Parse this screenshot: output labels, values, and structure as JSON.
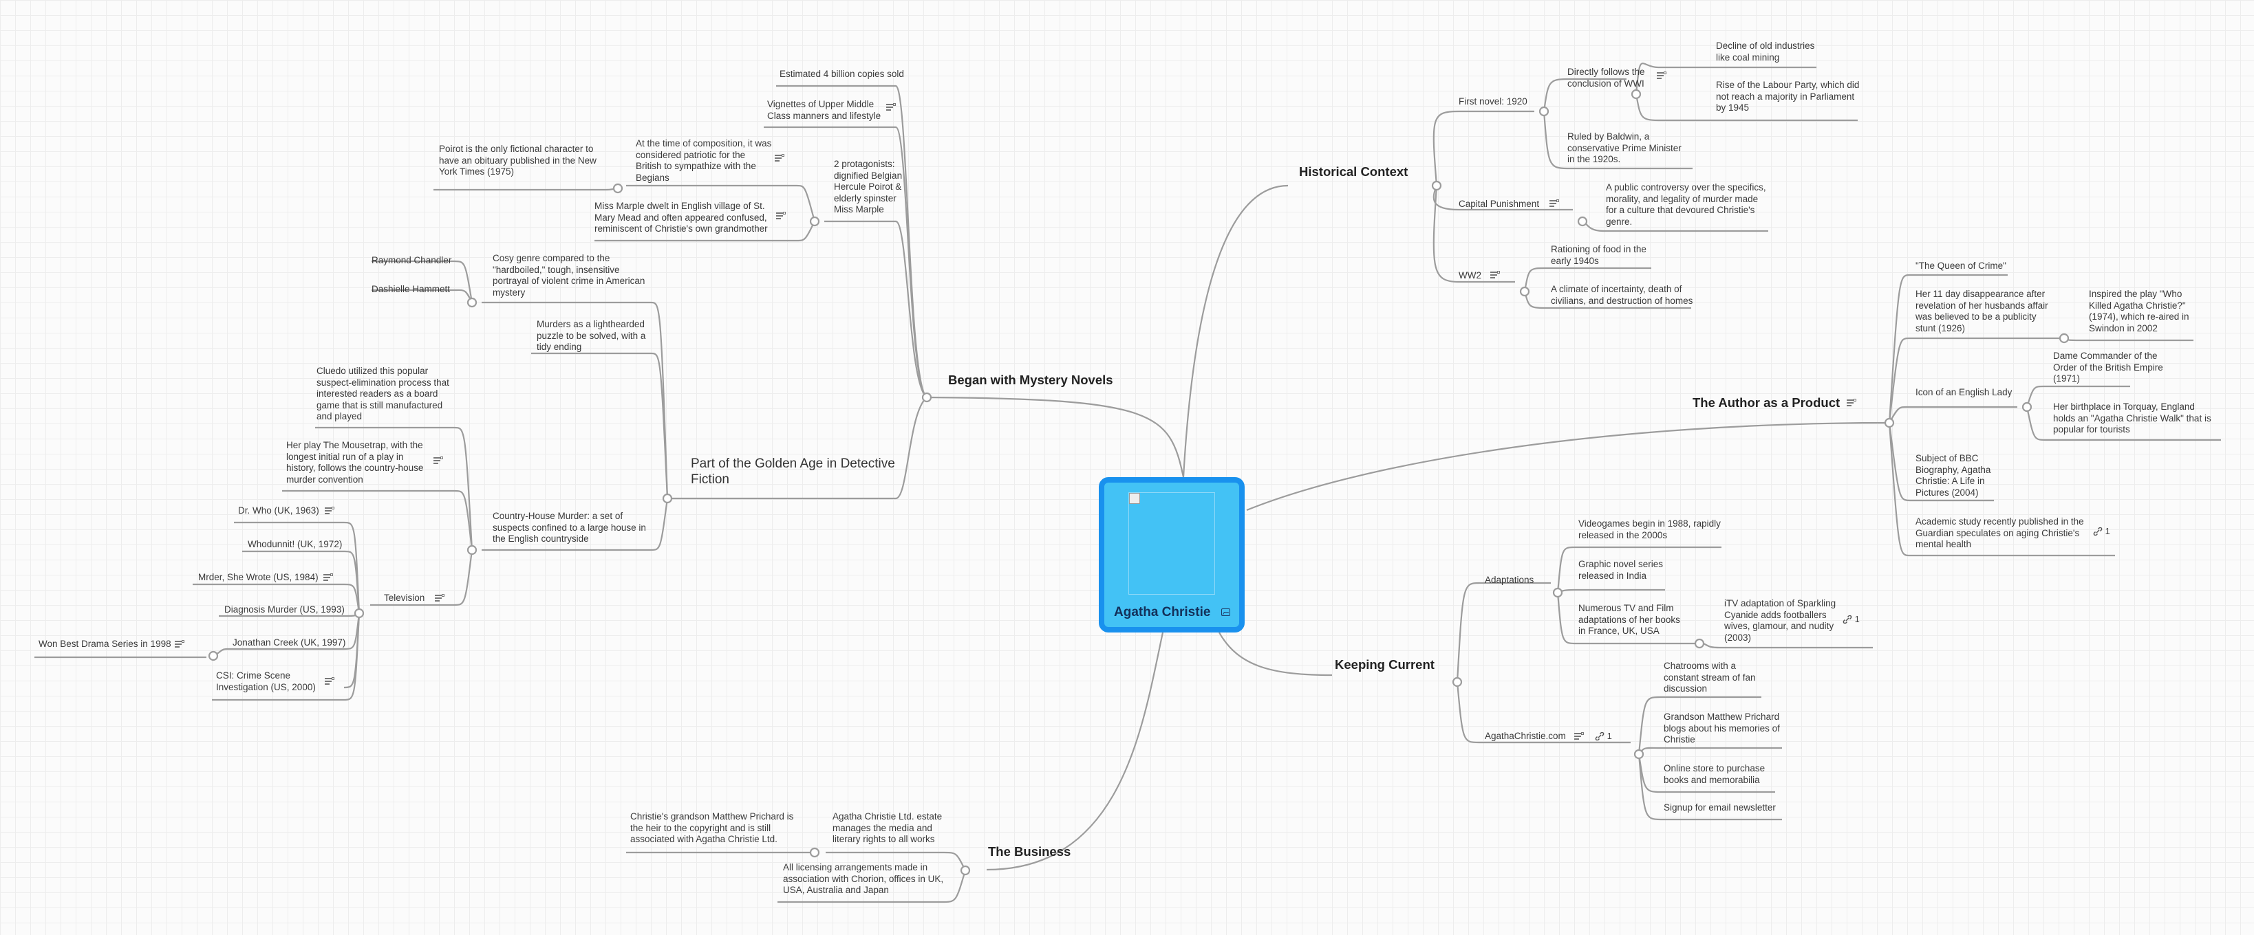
{
  "central_topic": "Agatha Christie",
  "branches": {
    "historical_context": {
      "label": "Historical Context",
      "first_novel": {
        "label": "First novel: 1920",
        "follows_wwi": "Directly follows the conclusion of WWI",
        "decline_coal": "Decline of old industries like coal mining",
        "labour_party": "Rise of the Labour Party, which did not reach a majority in Parliament by 1945",
        "baldwin": "Ruled by Baldwin, a conservative Prime Minister in the 1920s."
      },
      "capital_punishment": {
        "label": "Capital Punishment",
        "controversy": "A public controversy over the specifics, morality, and legality of murder made for a culture that devoured Christie's genre."
      },
      "ww2": {
        "label": "WW2",
        "rationing": "Rationing of food in the early 1940s",
        "uncertainty": "A climate of incertainty, death of civilians, and destruction of homes"
      }
    },
    "author_product": {
      "label": "The Author as a Product",
      "queen": "\"The Queen of Crime\"",
      "disappearance": "Her 11 day disappearance after revelation of her husbands affair was believed to be a publicity stunt (1926)",
      "inspired_play": "Inspired the play \"Who Killed Agatha Christie?\" (1974), which re-aired in Swindon in 2002",
      "icon": {
        "label": "Icon of an English Lady",
        "dame": "Dame Commander of the Order of the British Empire (1971)",
        "birthplace": "Her birthplace in Torquay, England holds an \"Agatha Christie Walk\" that is popular for tourists"
      },
      "bbc": "Subject of BBC Biography, Agatha Christie: A Life in Pictures  (2004)",
      "academic": "Academic study recently published in the Guardian speculates on aging Christie's mental health",
      "academic_link_count": "1"
    },
    "keeping_current": {
      "label": "Keeping Current",
      "adaptations": {
        "label": "Adaptations",
        "videogames": "Videogames begin in 1988, rapidly released in the 2000s",
        "graphic_novel": "Graphic novel series released in India",
        "tv_film": "Numerous TV and Film adaptations of her books in France, UK, USA",
        "itv": "iTV adaptation of Sparkling Cyanide adds footballers wives, glamour, and nudity (2003)",
        "itv_link_count": "1"
      },
      "website": {
        "label": "AgathaChristie.com",
        "link_count": "1",
        "chatrooms": "Chatrooms with a constant stream of fan discussion",
        "grandson_blogs": "Grandson Matthew Prichard blogs about his memories of Christie",
        "store": "Online store to purchase books and memorabilia",
        "newsletter": "Signup for email newsletter"
      }
    },
    "business": {
      "label": "The Business",
      "estate": "Agatha Christie Ltd. estate manages the media and literary rights to all works",
      "grandson_heir": "Christie's grandson Matthew Prichard is the heir to the copyright and is still associated with Agatha Christie Ltd.",
      "licensing": "All licensing arrangements made in association with Chorion, offices in UK, USA, Australia and Japan"
    },
    "mystery_novels": {
      "label": "Began with Mystery Novels",
      "copies": "Estimated 4 billion copies sold",
      "vignettes": "Vignettes of Upper Middle Class manners and lifestyle",
      "protagonists": "2 protagonists: dignified Belgian Hercule Poirot & elderly spinster Miss Marple",
      "patriotic": "At the time of composition, it was considered patriotic for the British to sympathize with the Begians",
      "poirot_obituary": "Poirot is the only fictional character to have an obituary published in the New York Times (1975)",
      "marple": "Miss Marple dwelt in English village of St. Mary Mead and often appeared confused, reminiscent of Christie's own grandmother",
      "golden_age": {
        "label": "Part of the Golden Age in Detective Fiction",
        "cosy": "Cosy genre compared to the \"hardboiled,\" tough, insensitive portrayal of violent crime in American mystery",
        "chandler": "Raymond Chandler",
        "hammett": "Dashielle Hammett",
        "lighthearted": "Murders as a lighthearded puzzle to be solved, with a tidy ending",
        "country_house": "Country-House Murder: a set of suspects confined to a large house in the English countryside",
        "cluedo": "Cluedo utilized this popular suspect-elimination process that interested readers as a board game that is still manufactured and played",
        "mousetrap": "Her play The Mousetrap, with the longest initial run of a play in history, follows the country-house murder convention",
        "television": {
          "label": "Television",
          "dr_who": "Dr. Who (UK, 1963)",
          "whodunnit": "Whodunnit! (UK, 1972)",
          "murder_she_wrote": "Mrder, She Wrote (US, 1984)",
          "diagnosis_murder": "Diagnosis Murder (US, 1993)",
          "jonathan_creek": "Jonathan Creek (UK, 1997)",
          "jc_award": "Won Best Drama Series in 1998",
          "csi": "CSI: Crime Scene Investigation (US, 2000)"
        }
      }
    }
  }
}
